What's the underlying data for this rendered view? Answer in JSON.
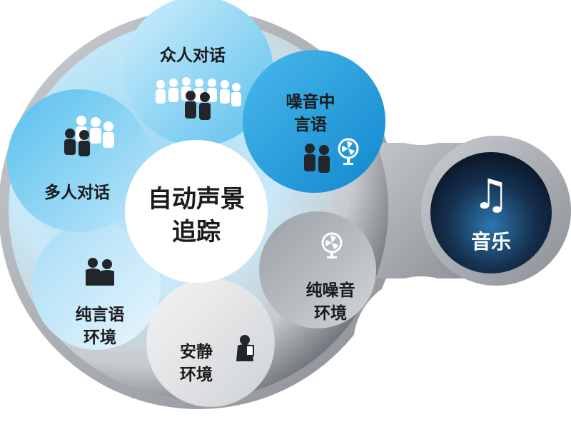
{
  "center": {
    "line1": "自动声景",
    "line2": "追踪"
  },
  "segments": {
    "crowd": {
      "label": "众人对话",
      "icon": "crowd-people-icon"
    },
    "noisy_speech": {
      "line1": "噪音中",
      "line2": "言语",
      "icon": "people-with-fan-icon"
    },
    "group": {
      "label": "多人对话",
      "icon": "group-people-icon"
    },
    "speech_only": {
      "line1": "纯言语",
      "line2": "环境",
      "icon": "two-people-icon"
    },
    "quiet": {
      "line1": "安静",
      "line2": "环境",
      "icon": "reading-person-icon"
    },
    "noise_only": {
      "line1": "纯噪音",
      "line2": "环境",
      "icon": "fan-icon"
    }
  },
  "music": {
    "label": "音乐",
    "glyph": "♫",
    "icon": "music-note-icon"
  },
  "colors": {
    "ring_gray": "#9a9fa5",
    "blue_light": "#d8eef9",
    "blue_mid": "#8fd3f3",
    "blue_bright": "#2aa6e0",
    "gray_light": "#e6e7e9",
    "gray_dark": "#4d535a",
    "music_dark": "#0e1d33",
    "music_mid": "#1f5c8a"
  }
}
